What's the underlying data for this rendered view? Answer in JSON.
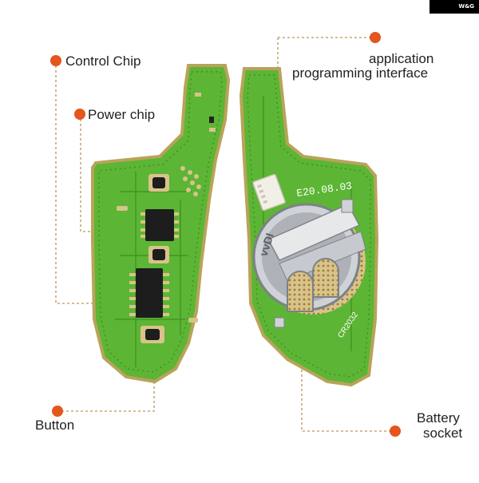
{
  "brand": {
    "logo_text": "W&G"
  },
  "callouts": {
    "control_chip": "Control Chip",
    "power_chip": "Power chip",
    "button": "Button",
    "api_line1": "application",
    "api_line2": "programming interface",
    "battery_line1": "Battery",
    "battery_line2": "socket"
  },
  "board_markings": {
    "date_code": "E20.08.03",
    "battery_type": "CR2032",
    "coin_cell_text": "vvDI"
  },
  "colors": {
    "pcb_green": "#5cb534",
    "pcb_dark_green": "#3f8e22",
    "gold_edge": "#b9a35a",
    "callout_dot": "#e4561b",
    "leader_line": "#c8a678",
    "chip_black": "#1d1d1d"
  }
}
